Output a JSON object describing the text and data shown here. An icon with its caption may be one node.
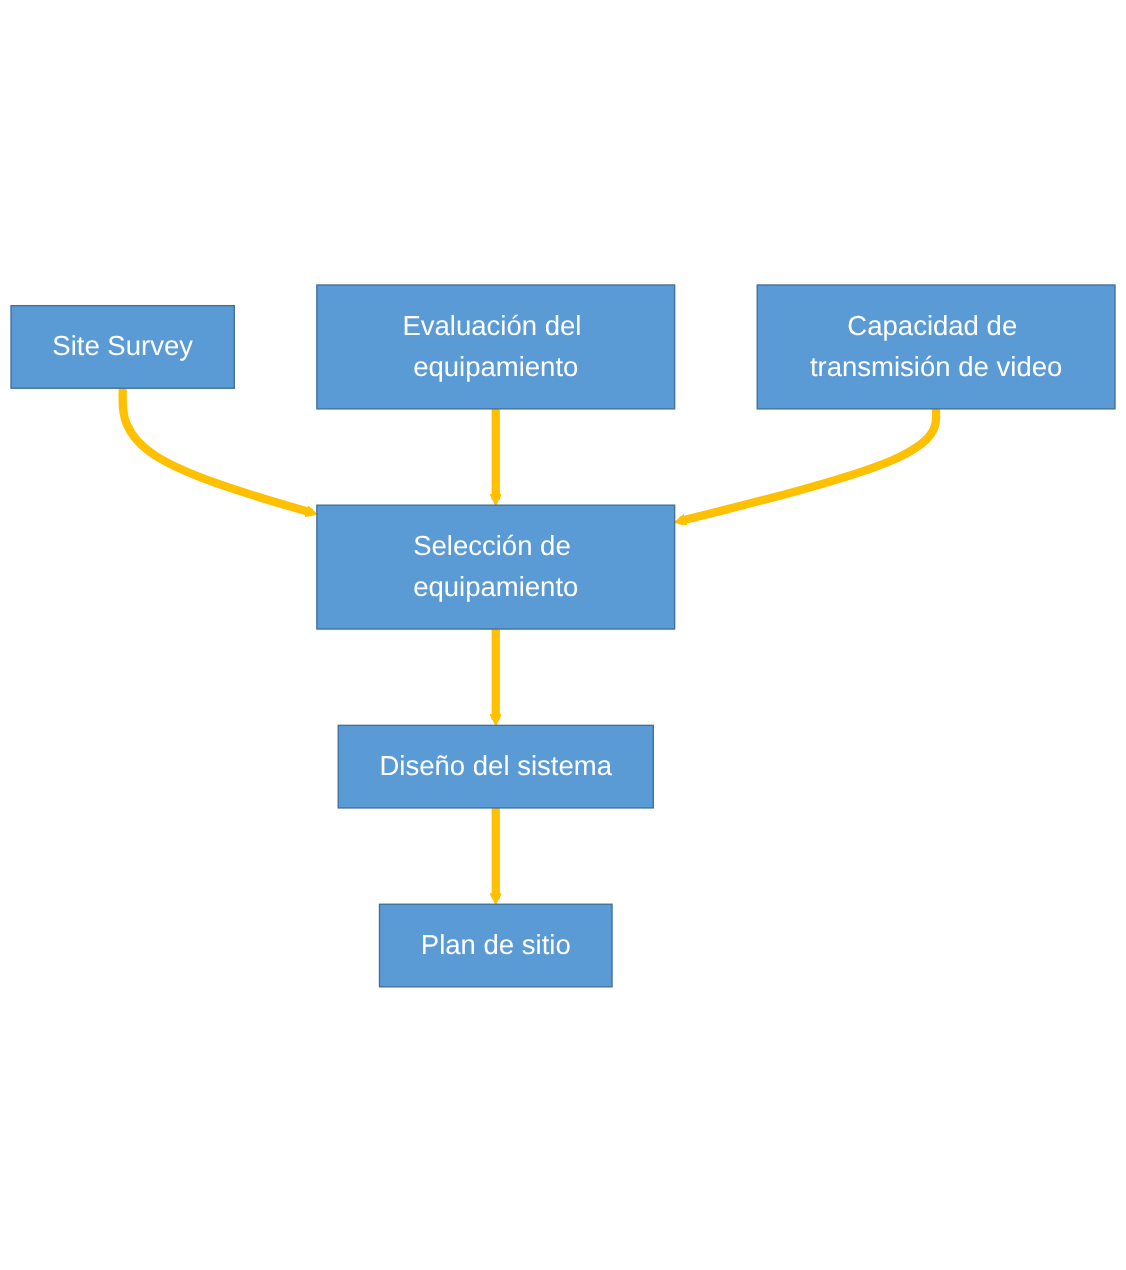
{
  "diagram": {
    "nodes": [
      {
        "text": [
          "Site Survey"
        ]
      },
      {
        "text": [
          "Evaluación del equipamiento"
        ]
      },
      {
        "text": [
          "Selección de equipamiento"
        ]
      },
      {
        "text": [
          "Capacidad de transmisión de video"
        ]
      },
      {
        "text": [
          "Diseño del sistema"
        ]
      },
      {
        "text": [
          "Plan de sitio"
        ]
      }
    ],
    "edges": [
      {
        "from": 0,
        "to": 2,
        "arrow": "to"
      },
      {
        "from": 1,
        "to": 2,
        "arrow": "to"
      },
      {
        "from": 3,
        "to": 2,
        "arrow": "to"
      },
      {
        "from": 2,
        "to": 4,
        "arrow": "to"
      },
      {
        "from": 4,
        "to": 5,
        "arrow": "to"
      }
    ]
  }
}
